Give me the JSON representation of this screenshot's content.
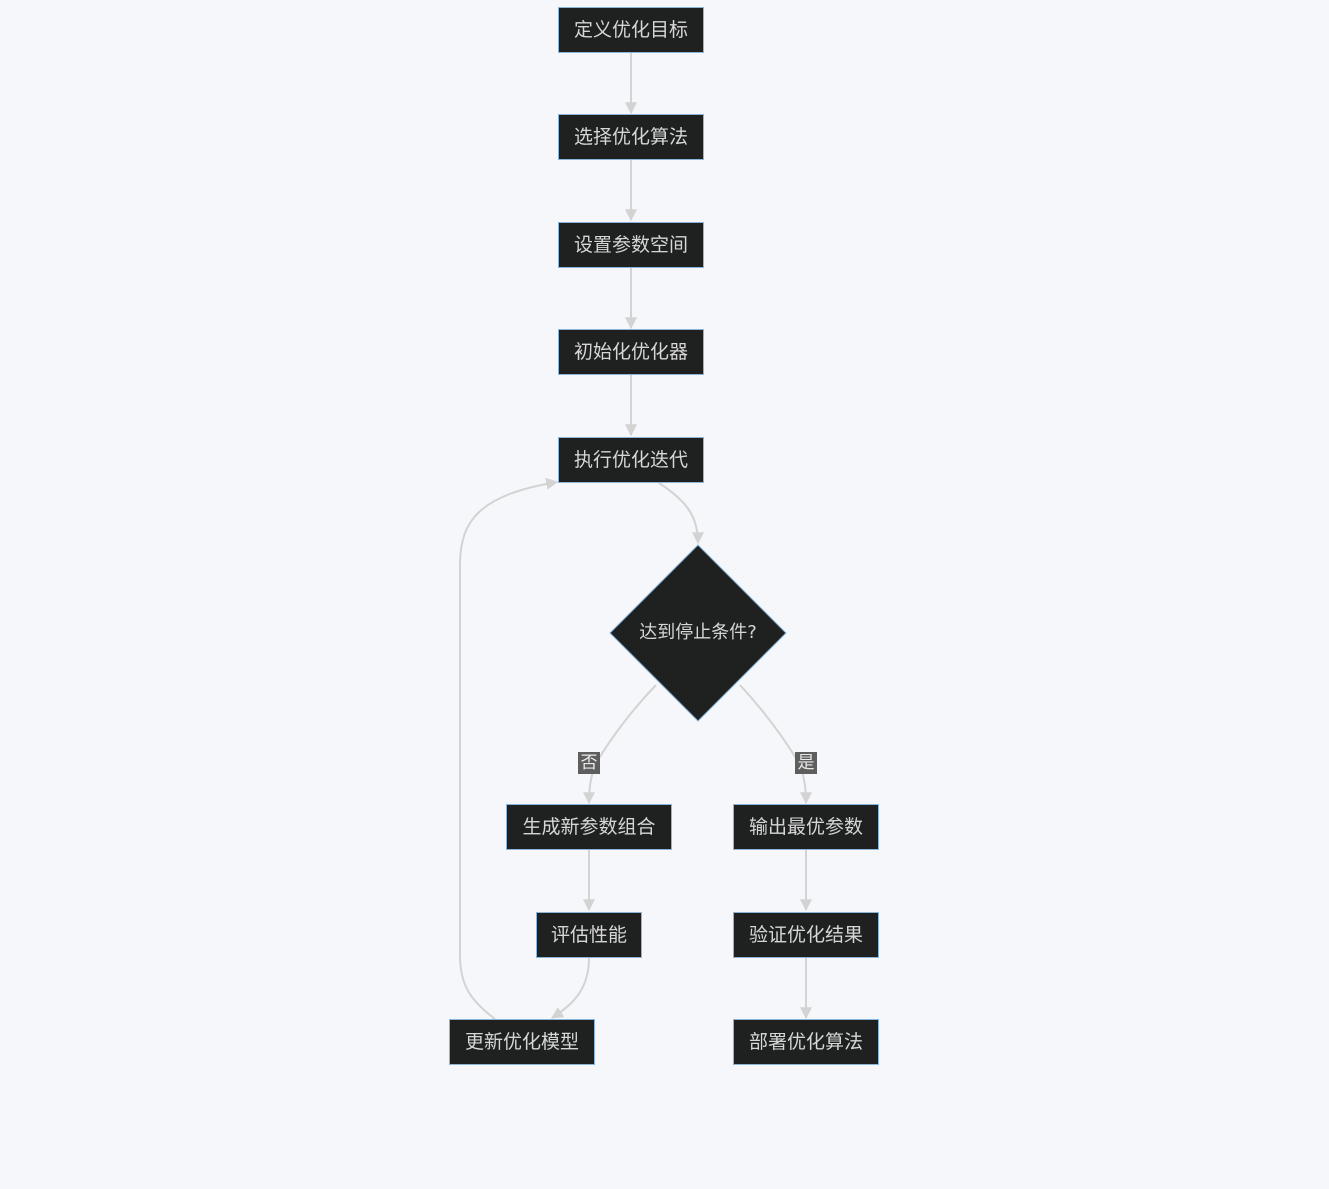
{
  "nodes": {
    "define_goal": "定义优化目标",
    "select_algorithm": "选择优化算法",
    "set_param_space": "设置参数空间",
    "init_optimizer": "初始化优化器",
    "run_iteration": "执行优化迭代",
    "stop_condition": "达到停止条件?",
    "gen_new_params": "生成新参数组合",
    "evaluate_perf": "评估性能",
    "update_model": "更新优化模型",
    "output_best": "输出最优参数",
    "validate_result": "验证优化结果",
    "deploy_algorithm": "部署优化算法"
  },
  "edge_labels": {
    "no": "否",
    "yes": "是"
  },
  "colors": {
    "background": "#f5f7fa",
    "node_fill": "#1f2020",
    "node_border": "#8ab4d8",
    "node_text": "#d6d6d6",
    "edge": "#d3d3d3",
    "edge_label_bg": "#5e5e5e"
  }
}
